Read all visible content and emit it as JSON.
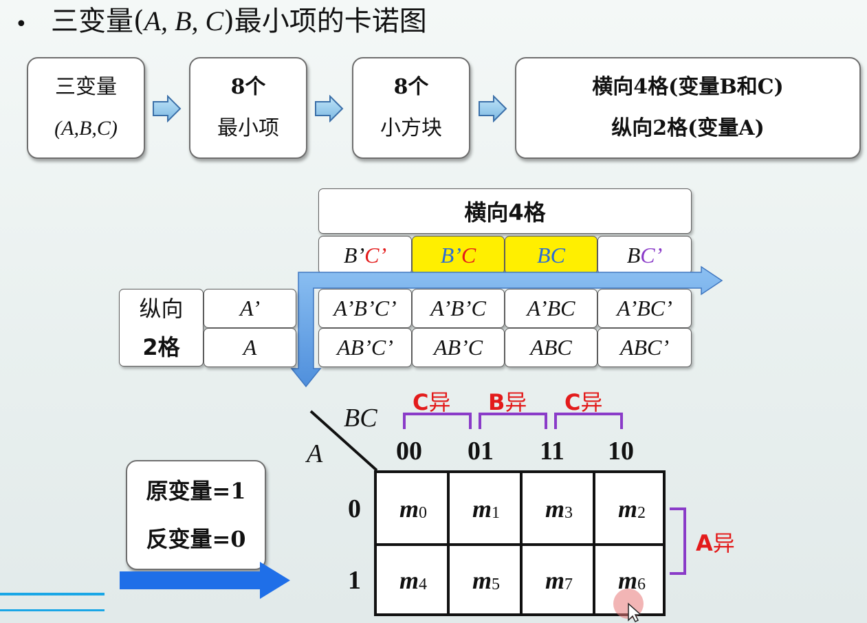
{
  "title": {
    "bullet": "•",
    "prefix": "三变量(",
    "vars": "A, B, C",
    "suffix": ")最小项的卡诺图"
  },
  "flow": {
    "box1": {
      "line1": "三变量",
      "line2": "(A,B,C)"
    },
    "box2": {
      "line1": "8个",
      "line2": "最小项"
    },
    "box3": {
      "line1": "8个",
      "line2": "小方块"
    },
    "box4": {
      "line1": "横向4格(变量B和C)",
      "line2": "纵向2格(变量A)"
    }
  },
  "grid": {
    "horizontal_header": "横向4格",
    "columns": [
      {
        "p1": "B’",
        "p2": "C’"
      },
      {
        "p1": "B’",
        "p2": "C"
      },
      {
        "p1": "B",
        "p2": "C"
      },
      {
        "p1": "B",
        "p2": "C’"
      }
    ],
    "vertical_label_1": "纵向",
    "vertical_label_2": "2格",
    "rows": [
      "A’",
      "A"
    ],
    "cells": [
      [
        "A’B’C’",
        "A’B’C",
        "A’BC",
        "A’BC’"
      ],
      [
        "AB’C’",
        "AB’C",
        "ABC",
        "ABC’"
      ]
    ]
  },
  "legend": {
    "line1": "原变量=1",
    "line2": "反变量=0"
  },
  "kmap": {
    "col_var": "BC",
    "row_var": "A",
    "col_codes": [
      "00",
      "01",
      "11",
      "10"
    ],
    "row_codes": [
      "0",
      "1"
    ],
    "cells": [
      [
        {
          "m": "m",
          "i": "0"
        },
        {
          "m": "m",
          "i": "1"
        },
        {
          "m": "m",
          "i": "3"
        },
        {
          "m": "m",
          "i": "2"
        }
      ],
      [
        {
          "m": "m",
          "i": "4"
        },
        {
          "m": "m",
          "i": "5"
        },
        {
          "m": "m",
          "i": "7"
        },
        {
          "m": "m",
          "i": "6"
        }
      ]
    ],
    "col_diffs": [
      {
        "letter": "C",
        "cn": "异"
      },
      {
        "letter": "B",
        "cn": "异"
      },
      {
        "letter": "C",
        "cn": "异"
      }
    ],
    "row_diff": {
      "letter": "A",
      "cn": "异"
    }
  },
  "colors": {
    "highlight": "#ffef00",
    "arrow_light": "#6fa8e8",
    "arrow_dark": "#1f6fe8",
    "bracket": "#8a3bc8",
    "diff_text": "#e31b1b"
  }
}
